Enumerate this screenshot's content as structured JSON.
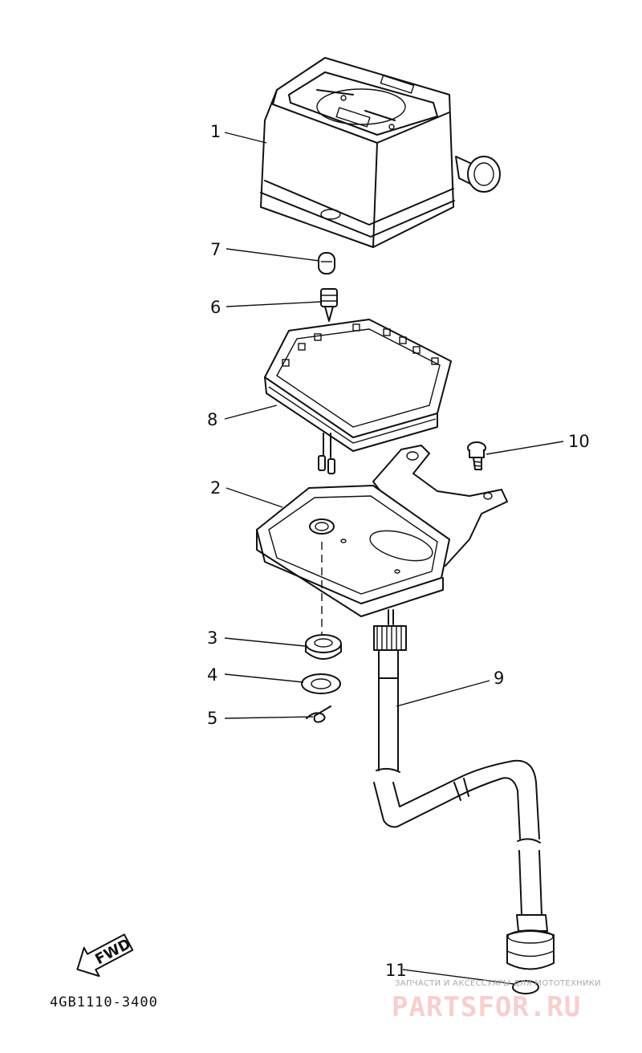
{
  "callouts": [
    {
      "label": "1"
    },
    {
      "label": "2"
    },
    {
      "label": "3"
    },
    {
      "label": "4"
    },
    {
      "label": "5"
    },
    {
      "label": "6"
    },
    {
      "label": "7"
    },
    {
      "label": "8"
    },
    {
      "label": "9"
    },
    {
      "label": "10"
    },
    {
      "label": "11"
    }
  ],
  "fwd_label": "FWD",
  "diagram_code": "4GB1110-3400",
  "watermark": {
    "tagline": "ЗАПЧАСТИ И АКСЕССУАРЫ ДЛЯ МОТОТЕХНИКИ",
    "brand": "PARTSFOR.RU",
    "color": "#e05050"
  }
}
